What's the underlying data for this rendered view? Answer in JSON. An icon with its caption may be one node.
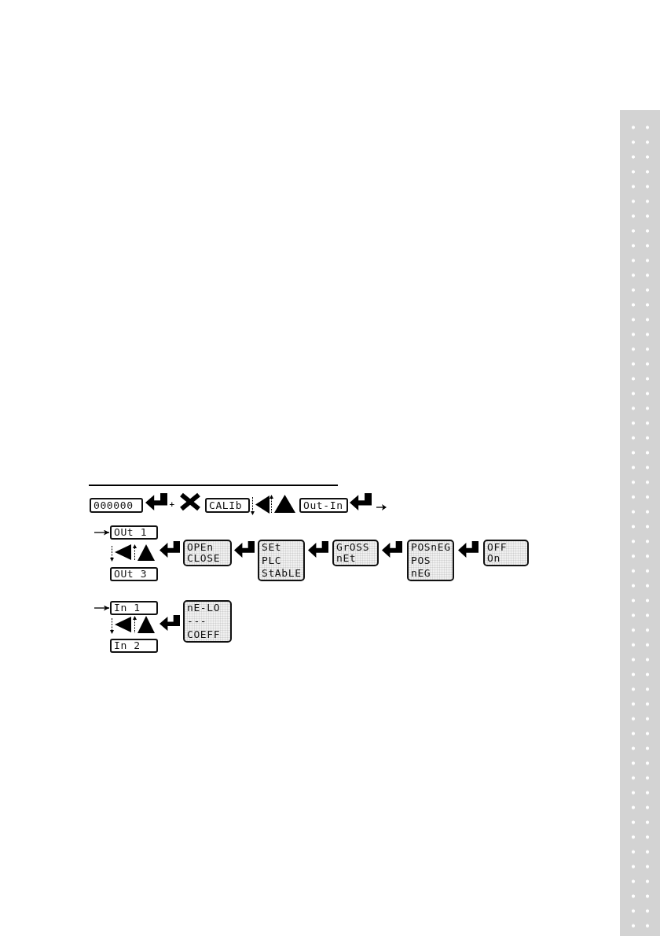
{
  "diagram": {
    "nodes": [
      {
        "text": [
          "000000"
        ]
      },
      {
        "text": [
          "CALIb"
        ]
      },
      {
        "text": [
          "Out-In"
        ]
      },
      {
        "text": [
          "OUt 1"
        ]
      },
      {
        "text": [
          "OUt 3"
        ]
      },
      {
        "text": [
          "OPEn",
          "CLOSE"
        ]
      },
      {
        "text": [
          "SEt",
          "PLC",
          "StAbLE"
        ]
      },
      {
        "text": [
          "GrOSS",
          "nEt"
        ]
      },
      {
        "text": [
          "POSnEG",
          "POS",
          "nEG"
        ]
      },
      {
        "text": [
          "OFF",
          "On"
        ]
      },
      {
        "text": [
          "In 1"
        ]
      },
      {
        "text": [
          "In 2"
        ]
      },
      {
        "text": [
          "nE-LO",
          "---",
          "COEFF"
        ]
      },
      {
        "text": [],
        "shape": "bar"
      }
    ],
    "edges": [
      {
        "from": null,
        "to": 3,
        "arrow": "to"
      },
      {
        "from": null,
        "to": 10,
        "arrow": "to"
      }
    ],
    "labels": [
      "+"
    ]
  }
}
